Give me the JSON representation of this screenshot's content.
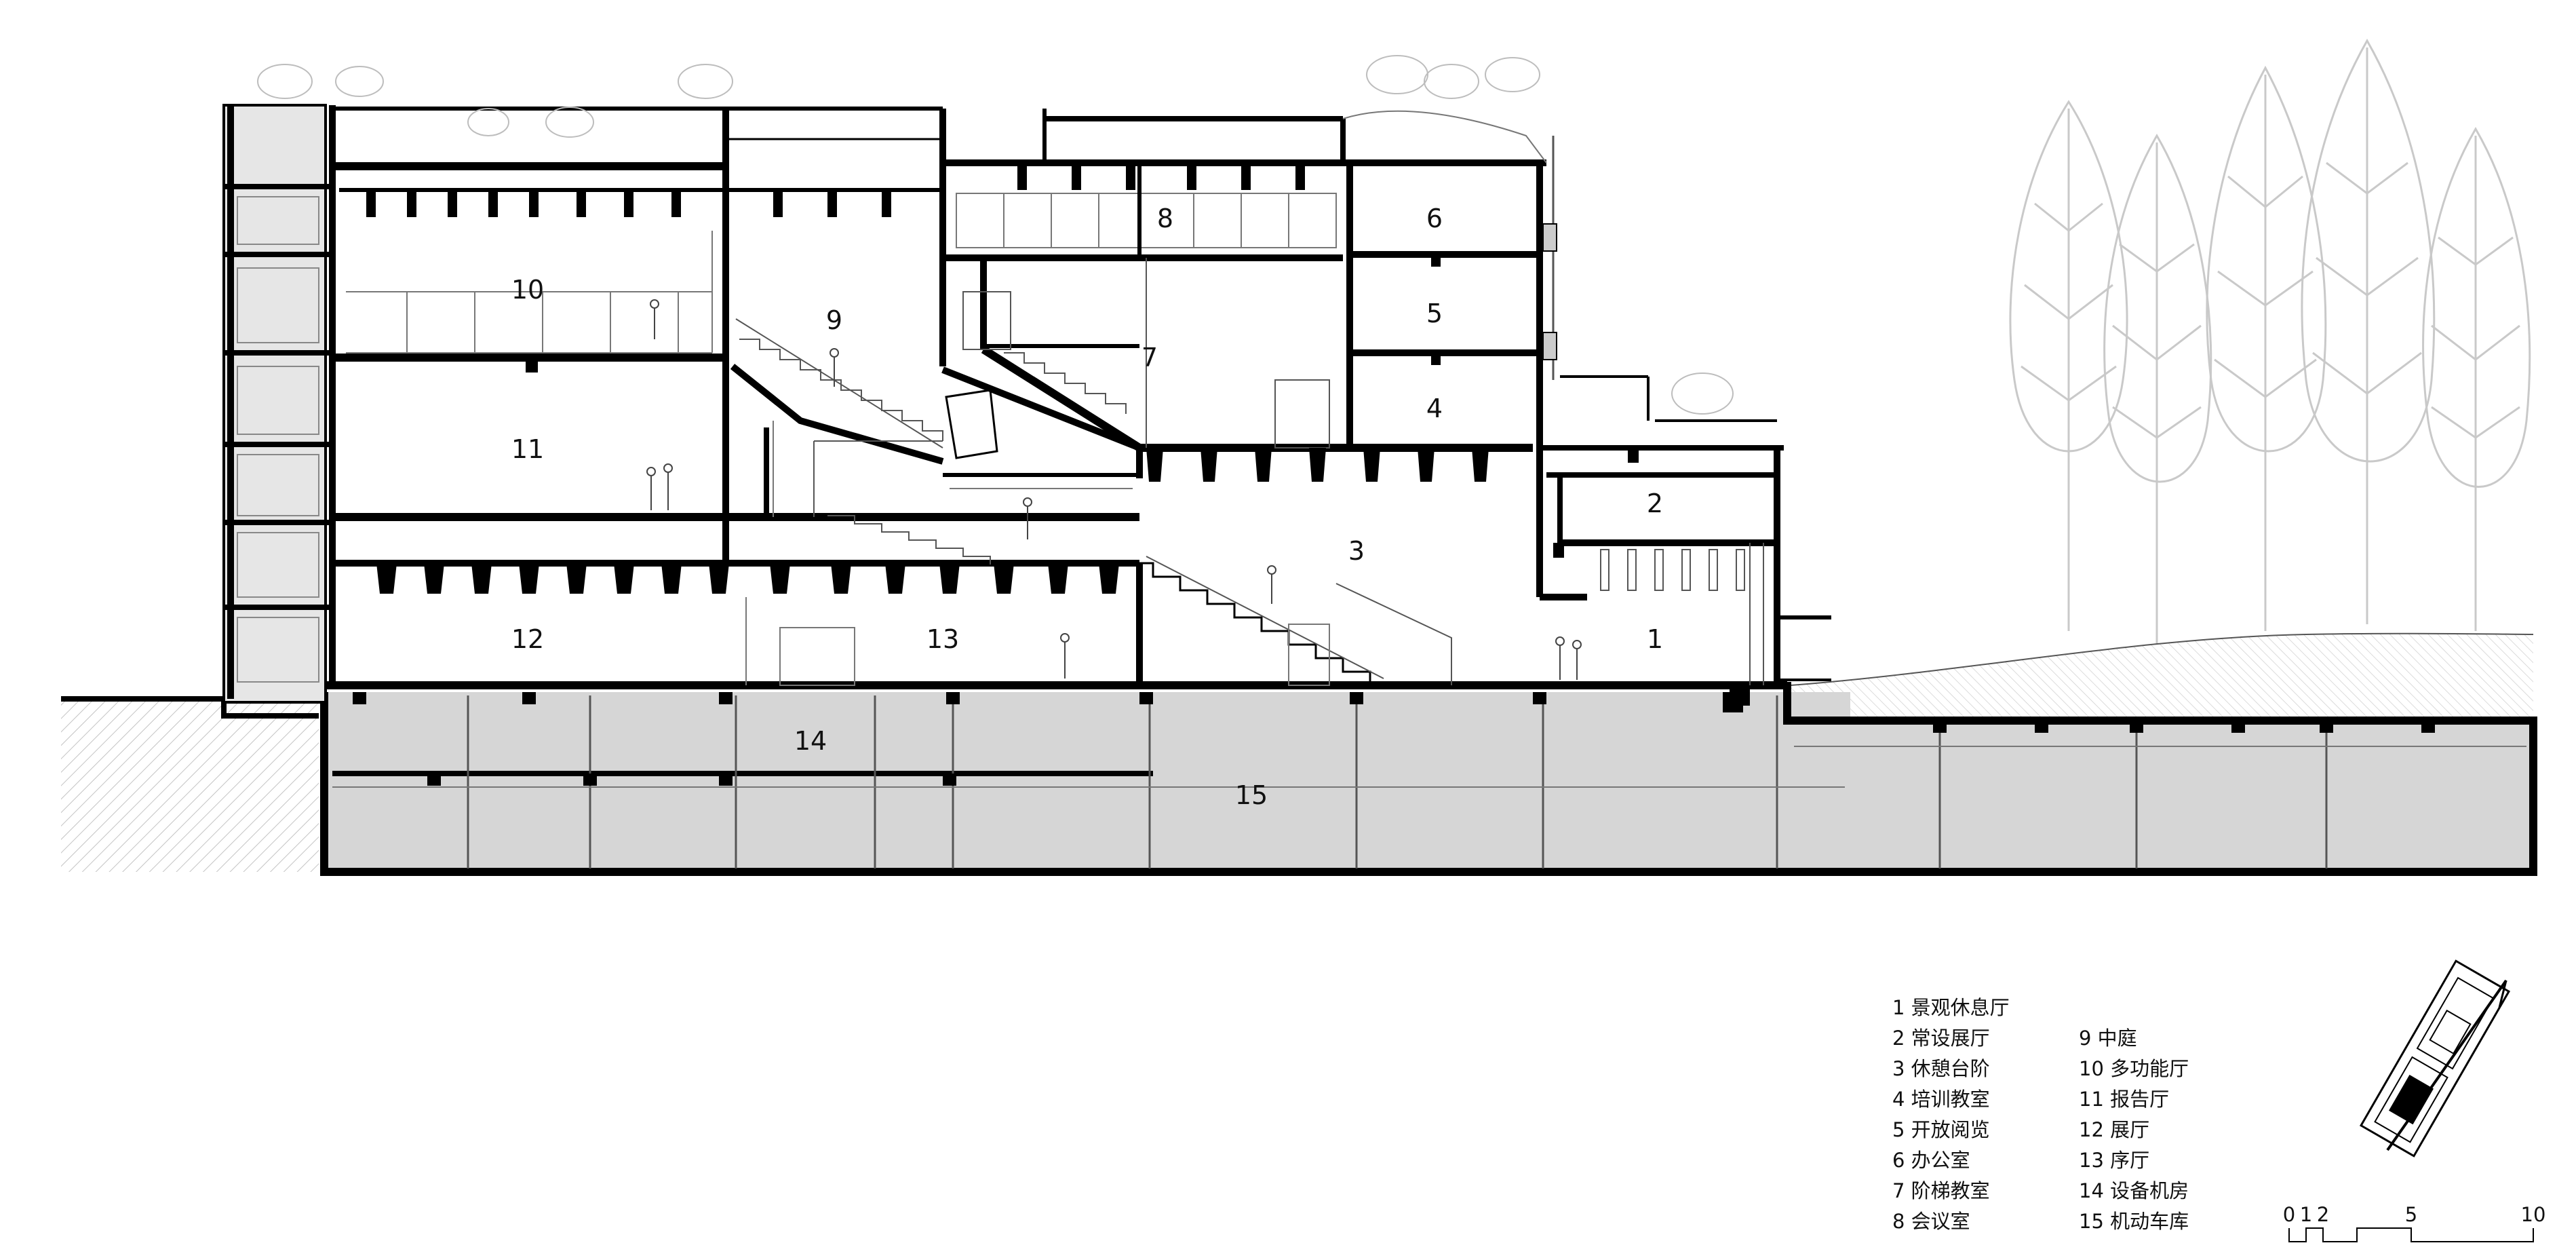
{
  "drawing": {
    "rooms": [
      {
        "id": "r1",
        "num": "1"
      },
      {
        "id": "r2",
        "num": "2"
      },
      {
        "id": "r3",
        "num": "3"
      },
      {
        "id": "r4",
        "num": "4"
      },
      {
        "id": "r5",
        "num": "5"
      },
      {
        "id": "r6",
        "num": "6"
      },
      {
        "id": "r7",
        "num": "7"
      },
      {
        "id": "r8",
        "num": "8"
      },
      {
        "id": "r9",
        "num": "9"
      },
      {
        "id": "r10",
        "num": "10"
      },
      {
        "id": "r11",
        "num": "11"
      },
      {
        "id": "r12",
        "num": "12"
      },
      {
        "id": "r13",
        "num": "13"
      },
      {
        "id": "r14",
        "num": "14"
      },
      {
        "id": "r15",
        "num": "15"
      }
    ]
  },
  "legend": {
    "items": [
      "1 景观休息厅",
      "2 常设展厅",
      "3 休憩台阶",
      "4 培训教室",
      "5 开放阅览",
      "6 办公室",
      "7 阶梯教室",
      "8 会议室",
      "9 中庭",
      "10 多功能厅",
      "11 报告厅",
      "12 展厅",
      "13 序厅",
      "14 设备机房",
      "15 机动车库"
    ]
  },
  "scale_bar": {
    "ticks": [
      "0",
      "1",
      "2",
      "5",
      "10"
    ]
  },
  "colors": {
    "wall": "#000000",
    "basement_fill": "#d6d6d6",
    "ground_hatch": "#bdbdbd",
    "tree_line": "#c8c8c8",
    "line": "#333333"
  }
}
